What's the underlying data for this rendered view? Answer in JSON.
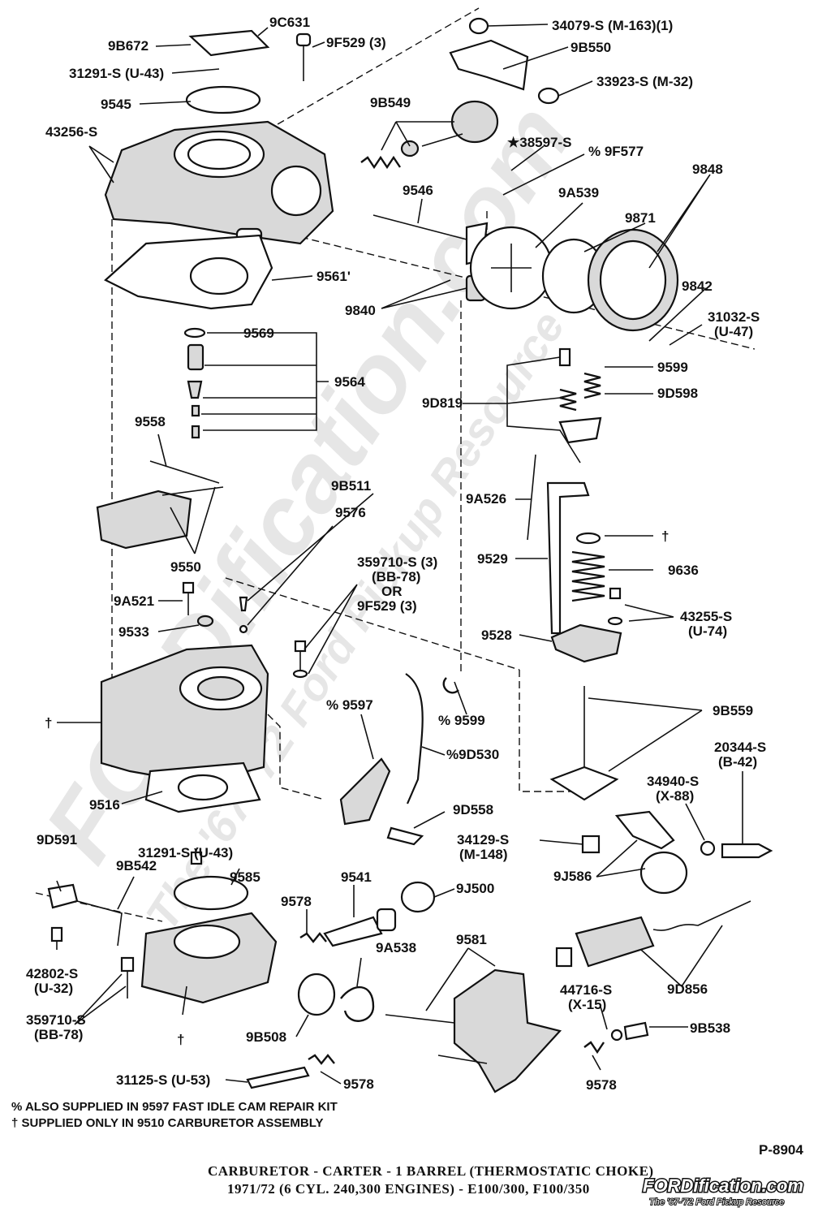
{
  "diagram": {
    "title_line1": "CARBURETOR - CARTER - 1 BARREL (THERMOSTATIC CHOKE)",
    "title_line2": "1971/72 (6 CYL. 240,300 ENGINES) - E100/300, F100/350",
    "figure_id": "P-8904",
    "footnote_percent": "% ALSO SUPPLIED IN 9597 FAST IDLE CAM REPAIR KIT",
    "footnote_dagger": "† SUPPLIED ONLY IN 9510 CARBURETOR ASSEMBLY",
    "watermark_main": "FORDification.com",
    "watermark_sub": "The '67-'72 Ford Pickup Resource",
    "logo_main": "FORDification.com",
    "logo_sub": "The '67-'72 Ford Pickup Resource"
  },
  "labels": {
    "l_9c631": "9C631",
    "l_9b672": "9B672",
    "l_9f529_top": "9F529 (3)",
    "l_31291_top": "31291-S (U-43)",
    "l_9545": "9545",
    "l_43256": "43256-S",
    "l_9561": "9561'",
    "l_9569": "9569",
    "l_9564": "9564",
    "l_9558": "9558",
    "l_9550": "9550",
    "l_9a521": "9A521",
    "l_9533": "9533",
    "l_dagger_left": "†",
    "l_9516": "9516",
    "l_9b511": "9B511",
    "l_9576": "9576",
    "l_359710_a": "359710-S (3)",
    "l_359710_b": "(BB-78)",
    "l_or": "OR",
    "l_9f529_mid": "9F529 (3)",
    "l_9597": "% 9597",
    "l_9599_mid": "% 9599",
    "l_9d530": "%9D530",
    "l_9d558": "9D558",
    "l_34079": "34079-S (M-163)(1)",
    "l_9b550": "9B550",
    "l_33923": "33923-S (M-32)",
    "l_9b549": "9B549",
    "l_38597": "★38597-S",
    "l_9f577": "% 9F577",
    "l_9848": "9848",
    "l_9a539": "9A539",
    "l_9871": "9871",
    "l_9546": "9546",
    "l_9842": "9842",
    "l_31032_a": "31032-S",
    "l_31032_b": "(U-47)",
    "l_9840": "9840",
    "l_9599_right": "9599",
    "l_9d819": "9D819",
    "l_9d598": "9D598",
    "l_9a526": "9A526",
    "l_dagger_right": "†",
    "l_9529": "9529",
    "l_9636": "9636",
    "l_43255_a": "43255-S",
    "l_43255_b": "(U-74)",
    "l_9528": "9528",
    "l_9b559": "9B559",
    "l_20344_a": "20344-S",
    "l_20344_b": "(B-42)",
    "l_34940_a": "34940-S",
    "l_34940_b": "(X-88)",
    "l_34129_a": "34129-S",
    "l_34129_b": "(M-148)",
    "l_9j586": "9J586",
    "l_9d591": "9D591",
    "l_31291_bot": "31291-S (U-43)",
    "l_9585": "9585",
    "l_9b542": "9B542",
    "l_9541": "9541",
    "l_9j500": "9J500",
    "l_9578_a": "9578",
    "l_42802_a": "42802-S",
    "l_42802_b": "(U-32)",
    "l_9581": "9581",
    "l_9a538": "9A538",
    "l_359710_bot_a": "359710-S",
    "l_359710_bot_b": "(BB-78)",
    "l_dagger_bot": "†",
    "l_9b508": "9B508",
    "l_9d856": "9D856",
    "l_44716_a": "44716-S",
    "l_44716_b": "(X-15)",
    "l_9b538": "9B538",
    "l_9578_c": "9578",
    "l_31125": "31125-S (U-53)",
    "l_9578_b": "9578"
  }
}
